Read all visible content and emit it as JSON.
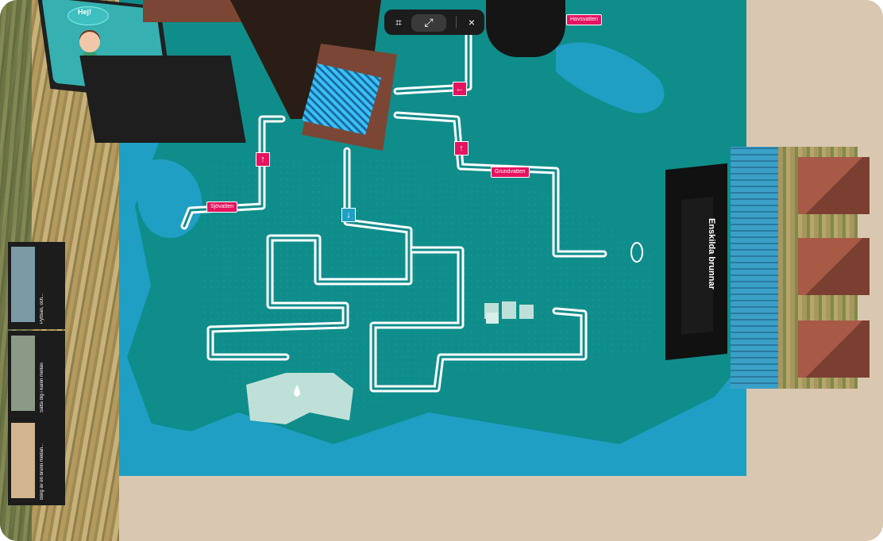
{
  "toolbar": {
    "icons": [
      "crop-icon",
      "expand-icon",
      "close-icon"
    ],
    "close_glyph": "×"
  },
  "kiosk": {
    "greeting": "Hej!"
  },
  "labels": {
    "havsvatten": "Havsvatten",
    "sjovatten": "Sjövatten",
    "grundvatten": "Grundvatten",
    "sign_title": "Enskilda brunnar"
  },
  "photo_panels": {
    "panel_1": "Pyttsan, och...",
    "panel_2": "Sätta dig i karen mellan",
    "panel_3": "Berg av en brunn medan..."
  },
  "colors": {
    "accent": "#e6135f",
    "water_dark": "#0f8d8b",
    "water_light": "#1f9fc4"
  }
}
